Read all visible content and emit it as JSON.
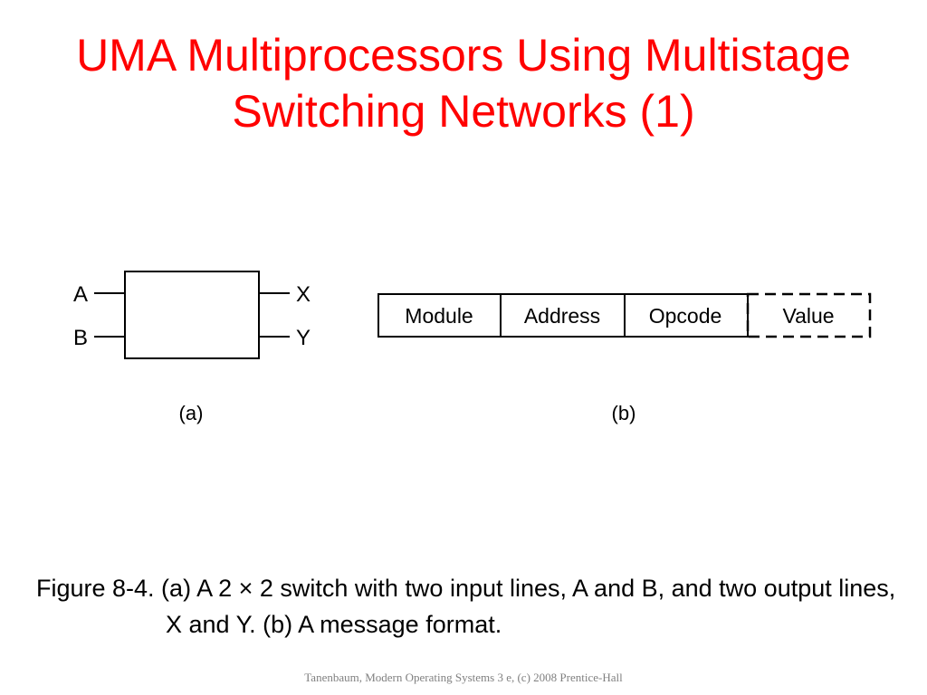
{
  "slide": {
    "title_line1": "UMA Multiprocessors Using Multistage",
    "title_line2": "Switching Networks (1)",
    "title_color": "#ff0000"
  },
  "figure": {
    "switch": {
      "inputs": [
        "A",
        "B"
      ],
      "outputs": [
        "X",
        "Y"
      ],
      "label": "(a)"
    },
    "message_format": {
      "fields": [
        "Module",
        "Address",
        "Opcode",
        "Value"
      ],
      "optional_field": "Value",
      "label": "(b)"
    }
  },
  "caption": {
    "text": "Figure 8-4. (a) A 2 × 2 switch with two input lines, A and B, and two output lines, X and Y. (b) A message format."
  },
  "footer": {
    "text": "Tanenbaum, Modern Operating Systems 3 e, (c) 2008 Prentice-Hall"
  }
}
